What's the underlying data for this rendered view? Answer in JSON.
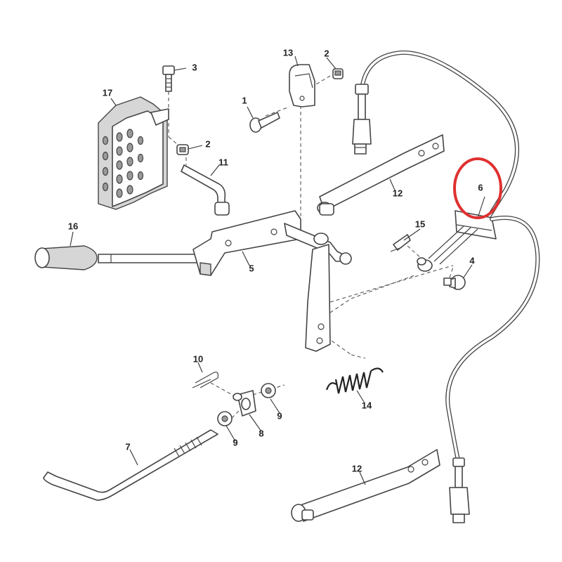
{
  "diagram": {
    "callouts": {
      "p1": "1",
      "p2a": "2",
      "p2b": "2",
      "p3": "3",
      "p4": "4",
      "p5": "5",
      "p6": "6",
      "p7": "7",
      "p8": "8",
      "p9a": "9",
      "p9b": "9",
      "p10": "10",
      "p11": "11",
      "p12a": "12",
      "p12b": "12",
      "p13": "13",
      "p14": "14",
      "p15": "15",
      "p16": "16",
      "p17": "17"
    },
    "highlight_color": "#e03030",
    "line_color": "#444444"
  }
}
